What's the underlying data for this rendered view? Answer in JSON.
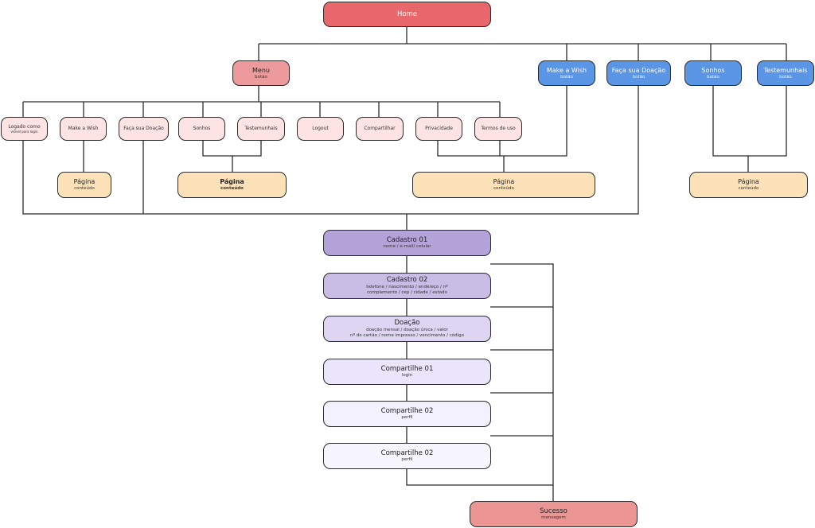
{
  "home": {
    "title": "Home"
  },
  "menu": {
    "title": "Menu",
    "sub": "botão"
  },
  "top_buttons": [
    {
      "title": "Make a Wish",
      "sub": "botão"
    },
    {
      "title": "Faça sua Doação",
      "sub": "botão"
    },
    {
      "title": "Sonhos",
      "sub": "botão"
    },
    {
      "title": "Testemunhais",
      "sub": "botão"
    }
  ],
  "menu_items": [
    {
      "title": "Logado como",
      "sub": "visível para login"
    },
    {
      "title": "Make a Wish",
      "sub": ""
    },
    {
      "title": "Faça sua Doação",
      "sub": ""
    },
    {
      "title": "Sonhos",
      "sub": ""
    },
    {
      "title": "Testemunhais",
      "sub": ""
    },
    {
      "title": "Logout",
      "sub": ""
    },
    {
      "title": "Compartilhar",
      "sub": ""
    },
    {
      "title": "Privacidade",
      "sub": ""
    },
    {
      "title": "Termos de uso",
      "sub": ""
    }
  ],
  "pages": [
    {
      "title": "Página",
      "sub": "conteúdo"
    },
    {
      "title": "Página",
      "sub": "conteúdo"
    },
    {
      "title": "Página",
      "sub": "conteúdo"
    },
    {
      "title": "Página",
      "sub": "conteúdo"
    }
  ],
  "flow": [
    {
      "title": "Cadastro 01",
      "sub": "nome / e-mail/ celular"
    },
    {
      "title": "Cadastro 02",
      "sub": "telefone / nascimento / endereço / nº\ncomplemento / cep / cidade / estado"
    },
    {
      "title": "Doação",
      "sub": "doação mensal / doação única / valor\nnº do cartão / nome impresso / vencimento / código"
    },
    {
      "title": "Compartilhe 01",
      "sub": "login"
    },
    {
      "title": "Compartilhe 02",
      "sub": "perfil"
    },
    {
      "title": "Compartilhe 02",
      "sub": "perfil"
    }
  ],
  "success": {
    "title": "Sucesso",
    "sub": "mensagem"
  },
  "colors": {
    "home": "#e8676a",
    "menu": "#ec9a9c",
    "blue": "#5b95e5",
    "pink": "#fde3e3",
    "cream": "#fde2b9",
    "purple": "#b4a3d8",
    "success": "#ec9595"
  }
}
